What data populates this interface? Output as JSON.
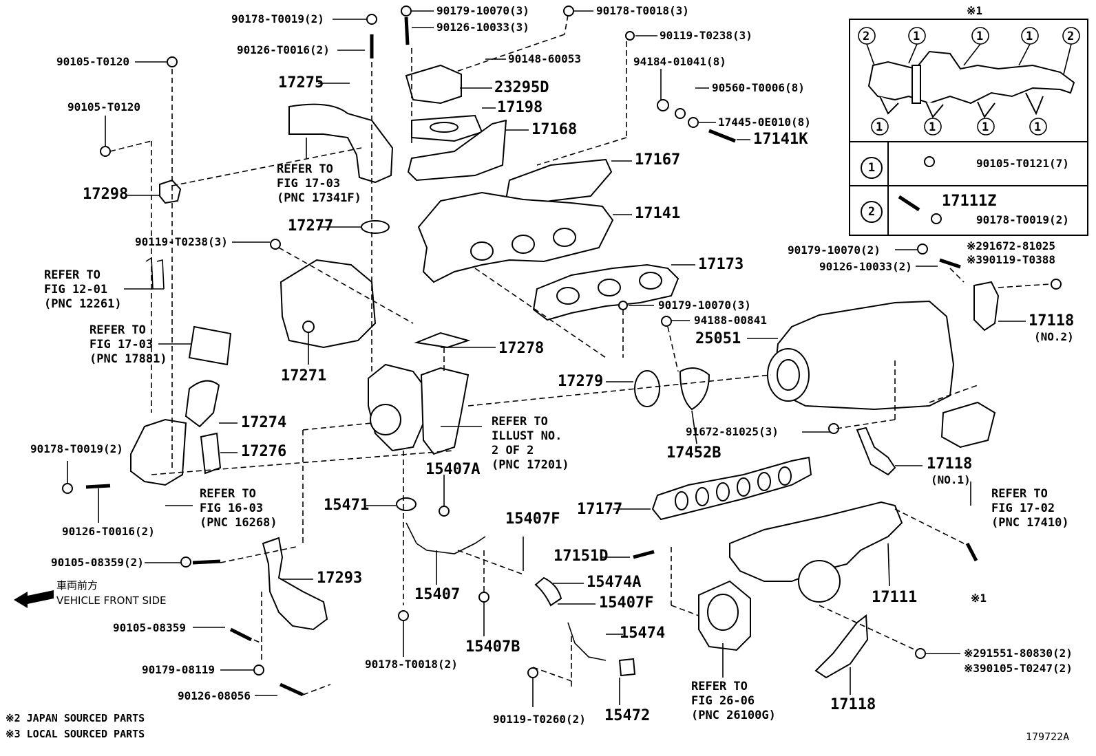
{
  "diagram": {
    "figure_code": "179722A",
    "legend_top": "※1",
    "direction_jp": "車両前方",
    "direction_en": "VEHICLE FRONT SIDE",
    "notes": [
      "※2 JAPAN SOURCED PARTS",
      "※3 LOCAL SOURCED PARTS"
    ],
    "inset": {
      "title": "※1",
      "rows": [
        {
          "key": "1",
          "parts": [
            "90105-T0121(7)"
          ]
        },
        {
          "key": "2",
          "parts": [
            "17111Z",
            "90178-T0019(2)"
          ]
        }
      ]
    },
    "labels": {
      "l01": "90178-T0019(2)",
      "l02": "90179-10070(3)",
      "l03": "90126-10033(3)",
      "l04": "90178-T0018(3)",
      "l05": "90119-T0238(3)",
      "l06": "90126-T0016(2)",
      "l07": "90105-T0120",
      "l08": "90148-60053",
      "l09": "94184-01041(8)",
      "l10": "17275",
      "l11": "23295D",
      "l12": "90560-T0006(8)",
      "l13": "90105-T0120",
      "l14": "17198",
      "l15": "17445-0E010(8)",
      "l16": "17168",
      "l17": "17141K",
      "l18": "17167",
      "l19": "17298",
      "l20": "17141",
      "l21": "17277",
      "l22": "90119-T0238(3)",
      "l23": "90179-10070(2)",
      "l24": "※291672-81025",
      "l25": "※390119-T0388",
      "l26": "90126-10033(2)",
      "l27": "17173",
      "l28": "90179-10070(3)",
      "l29": "94188-00841",
      "l30": "17118",
      "l31": "(NO.2)",
      "l32": "25051",
      "l33": "17278",
      "l34": "17271",
      "l35": "17279",
      "l36": "17274",
      "l37": "91672-81025(3)",
      "l38": "17452B",
      "l39": "17276",
      "l40": "90178-T0019(2)",
      "l41": "15407A",
      "l42": "17118",
      "l43": "(NO.1)",
      "l44": "15471",
      "l45": "17177",
      "l46": "90126-T0016(2)",
      "l47": "15407F",
      "l48": "17151D",
      "l49": "90105-08359(2)",
      "l50": "17293",
      "l51": "15474A",
      "l52": "15407",
      "l53": "15407F",
      "l54": "17111",
      "l55": "※1",
      "l56": "90105-08359",
      "l57": "15474",
      "l58": "15407B",
      "l59": "90178-T0018(2)",
      "l60": "90179-08119",
      "l61": "※291551-80830(2)",
      "l62": "※390105-T0247(2)",
      "l63": "90126-08056",
      "l64": "90119-T0260(2)",
      "l65": "15472",
      "l66": "17118"
    },
    "refs": {
      "r1": "REFER TO\nFIG 17-03\n(PNC 17341F)",
      "r2": "REFER TO\nFIG 12-01\n(PNC 12261)",
      "r3": "REFER TO\nFIG 17-03\n(PNC 17881)",
      "r4": "REFER TO\nILLUST NO.\n2 OF 2\n(PNC 17201)",
      "r5": "REFER TO\nFIG 16-03\n(PNC 16268)",
      "r6": "REFER TO\nFIG 17-02\n(PNC 17410)",
      "r7": "REFER TO\nFIG 26-06\n(PNC 26100G)"
    }
  }
}
